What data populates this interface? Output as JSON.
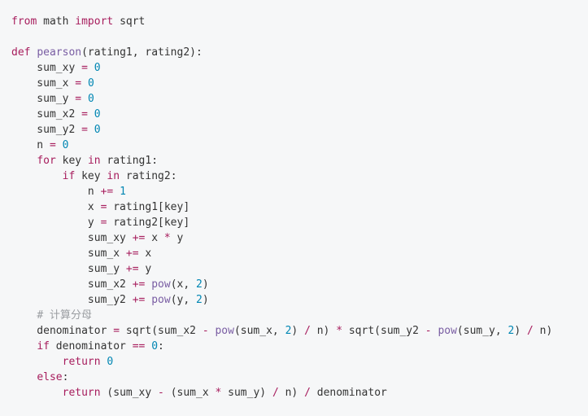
{
  "colors": {
    "background": "#f6f7f8",
    "plain": "#333333",
    "keyword": "#a71d5d",
    "operator": "#a71d5d",
    "number": "#0086b3",
    "builtin": "#795da3",
    "function": "#795da3",
    "comment": "#9a9da1"
  },
  "code": {
    "language": "python",
    "lines": [
      [
        {
          "t": "keyword",
          "v": "from"
        },
        {
          "t": "plain",
          "v": " math "
        },
        {
          "t": "keyword",
          "v": "import"
        },
        {
          "t": "plain",
          "v": " sqrt"
        }
      ],
      [],
      [
        {
          "t": "keyword",
          "v": "def"
        },
        {
          "t": "plain",
          "v": " "
        },
        {
          "t": "function",
          "v": "pearson"
        },
        {
          "t": "plain",
          "v": "(rating1, rating2):"
        }
      ],
      [
        {
          "t": "plain",
          "v": "    sum_xy "
        },
        {
          "t": "operator",
          "v": "="
        },
        {
          "t": "plain",
          "v": " "
        },
        {
          "t": "number",
          "v": "0"
        }
      ],
      [
        {
          "t": "plain",
          "v": "    sum_x "
        },
        {
          "t": "operator",
          "v": "="
        },
        {
          "t": "plain",
          "v": " "
        },
        {
          "t": "number",
          "v": "0"
        }
      ],
      [
        {
          "t": "plain",
          "v": "    sum_y "
        },
        {
          "t": "operator",
          "v": "="
        },
        {
          "t": "plain",
          "v": " "
        },
        {
          "t": "number",
          "v": "0"
        }
      ],
      [
        {
          "t": "plain",
          "v": "    sum_x2 "
        },
        {
          "t": "operator",
          "v": "="
        },
        {
          "t": "plain",
          "v": " "
        },
        {
          "t": "number",
          "v": "0"
        }
      ],
      [
        {
          "t": "plain",
          "v": "    sum_y2 "
        },
        {
          "t": "operator",
          "v": "="
        },
        {
          "t": "plain",
          "v": " "
        },
        {
          "t": "number",
          "v": "0"
        }
      ],
      [
        {
          "t": "plain",
          "v": "    n "
        },
        {
          "t": "operator",
          "v": "="
        },
        {
          "t": "plain",
          "v": " "
        },
        {
          "t": "number",
          "v": "0"
        }
      ],
      [
        {
          "t": "plain",
          "v": "    "
        },
        {
          "t": "keyword",
          "v": "for"
        },
        {
          "t": "plain",
          "v": " key "
        },
        {
          "t": "keyword",
          "v": "in"
        },
        {
          "t": "plain",
          "v": " rating1:"
        }
      ],
      [
        {
          "t": "plain",
          "v": "        "
        },
        {
          "t": "keyword",
          "v": "if"
        },
        {
          "t": "plain",
          "v": " key "
        },
        {
          "t": "keyword",
          "v": "in"
        },
        {
          "t": "plain",
          "v": " rating2:"
        }
      ],
      [
        {
          "t": "plain",
          "v": "            n "
        },
        {
          "t": "operator",
          "v": "+="
        },
        {
          "t": "plain",
          "v": " "
        },
        {
          "t": "number",
          "v": "1"
        }
      ],
      [
        {
          "t": "plain",
          "v": "            x "
        },
        {
          "t": "operator",
          "v": "="
        },
        {
          "t": "plain",
          "v": " rating1[key]"
        }
      ],
      [
        {
          "t": "plain",
          "v": "            y "
        },
        {
          "t": "operator",
          "v": "="
        },
        {
          "t": "plain",
          "v": " rating2[key]"
        }
      ],
      [
        {
          "t": "plain",
          "v": "            sum_xy "
        },
        {
          "t": "operator",
          "v": "+="
        },
        {
          "t": "plain",
          "v": " x "
        },
        {
          "t": "operator",
          "v": "*"
        },
        {
          "t": "plain",
          "v": " y"
        }
      ],
      [
        {
          "t": "plain",
          "v": "            sum_x "
        },
        {
          "t": "operator",
          "v": "+="
        },
        {
          "t": "plain",
          "v": " x"
        }
      ],
      [
        {
          "t": "plain",
          "v": "            sum_y "
        },
        {
          "t": "operator",
          "v": "+="
        },
        {
          "t": "plain",
          "v": " y"
        }
      ],
      [
        {
          "t": "plain",
          "v": "            sum_x2 "
        },
        {
          "t": "operator",
          "v": "+="
        },
        {
          "t": "plain",
          "v": " "
        },
        {
          "t": "builtin",
          "v": "pow"
        },
        {
          "t": "plain",
          "v": "(x, "
        },
        {
          "t": "number",
          "v": "2"
        },
        {
          "t": "plain",
          "v": ")"
        }
      ],
      [
        {
          "t": "plain",
          "v": "            sum_y2 "
        },
        {
          "t": "operator",
          "v": "+="
        },
        {
          "t": "plain",
          "v": " "
        },
        {
          "t": "builtin",
          "v": "pow"
        },
        {
          "t": "plain",
          "v": "(y, "
        },
        {
          "t": "number",
          "v": "2"
        },
        {
          "t": "plain",
          "v": ")"
        }
      ],
      [
        {
          "t": "plain",
          "v": "    "
        },
        {
          "t": "comment",
          "v": "# 计算分母"
        }
      ],
      [
        {
          "t": "plain",
          "v": "    denominator "
        },
        {
          "t": "operator",
          "v": "="
        },
        {
          "t": "plain",
          "v": " sqrt(sum_x2 "
        },
        {
          "t": "operator",
          "v": "-"
        },
        {
          "t": "plain",
          "v": " "
        },
        {
          "t": "builtin",
          "v": "pow"
        },
        {
          "t": "plain",
          "v": "(sum_x, "
        },
        {
          "t": "number",
          "v": "2"
        },
        {
          "t": "plain",
          "v": ") "
        },
        {
          "t": "operator",
          "v": "/"
        },
        {
          "t": "plain",
          "v": " n) "
        },
        {
          "t": "operator",
          "v": "*"
        },
        {
          "t": "plain",
          "v": " sqrt(sum_y2 "
        },
        {
          "t": "operator",
          "v": "-"
        },
        {
          "t": "plain",
          "v": " "
        },
        {
          "t": "builtin",
          "v": "pow"
        },
        {
          "t": "plain",
          "v": "(sum_y, "
        },
        {
          "t": "number",
          "v": "2"
        },
        {
          "t": "plain",
          "v": ") "
        },
        {
          "t": "operator",
          "v": "/"
        },
        {
          "t": "plain",
          "v": " n)"
        }
      ],
      [
        {
          "t": "plain",
          "v": "    "
        },
        {
          "t": "keyword",
          "v": "if"
        },
        {
          "t": "plain",
          "v": " denominator "
        },
        {
          "t": "operator",
          "v": "=="
        },
        {
          "t": "plain",
          "v": " "
        },
        {
          "t": "number",
          "v": "0"
        },
        {
          "t": "plain",
          "v": ":"
        }
      ],
      [
        {
          "t": "plain",
          "v": "        "
        },
        {
          "t": "keyword",
          "v": "return"
        },
        {
          "t": "plain",
          "v": " "
        },
        {
          "t": "number",
          "v": "0"
        }
      ],
      [
        {
          "t": "plain",
          "v": "    "
        },
        {
          "t": "keyword",
          "v": "else"
        },
        {
          "t": "plain",
          "v": ":"
        }
      ],
      [
        {
          "t": "plain",
          "v": "        "
        },
        {
          "t": "keyword",
          "v": "return"
        },
        {
          "t": "plain",
          "v": " (sum_xy "
        },
        {
          "t": "operator",
          "v": "-"
        },
        {
          "t": "plain",
          "v": " (sum_x "
        },
        {
          "t": "operator",
          "v": "*"
        },
        {
          "t": "plain",
          "v": " sum_y) "
        },
        {
          "t": "operator",
          "v": "/"
        },
        {
          "t": "plain",
          "v": " n) "
        },
        {
          "t": "operator",
          "v": "/"
        },
        {
          "t": "plain",
          "v": " denominator"
        }
      ]
    ]
  }
}
